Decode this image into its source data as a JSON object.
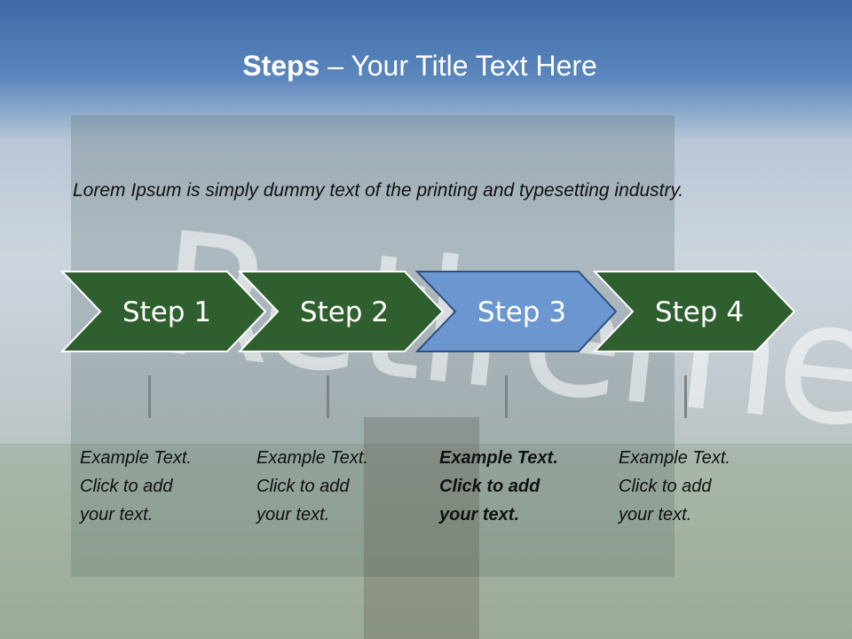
{
  "title": {
    "bold": "Steps",
    "rest": " – Your Title Text Here"
  },
  "intro": "Lorem Ipsum is simply dummy text of the printing and typesetting industry.",
  "background_word": "Retirement",
  "steps": [
    {
      "label": "Step 1",
      "color": "#2f5f2e"
    },
    {
      "label": "Step 2",
      "color": "#2f5f2e"
    },
    {
      "label": "Step 3",
      "color": "#6b96d0"
    },
    {
      "label": "Step 4",
      "color": "#2f5f2e"
    }
  ],
  "notes": [
    {
      "line1": "Example Text.",
      "line2": "Click  to add",
      "line3": "your text."
    },
    {
      "line1": "Example Text.",
      "line2": "Click  to add",
      "line3": "your text."
    },
    {
      "line1": "Example Text.",
      "line2": "Click  to add",
      "line3": "your text."
    },
    {
      "line1": "Example Text.",
      "line2": "Click  to add",
      "line3": "your text."
    }
  ]
}
